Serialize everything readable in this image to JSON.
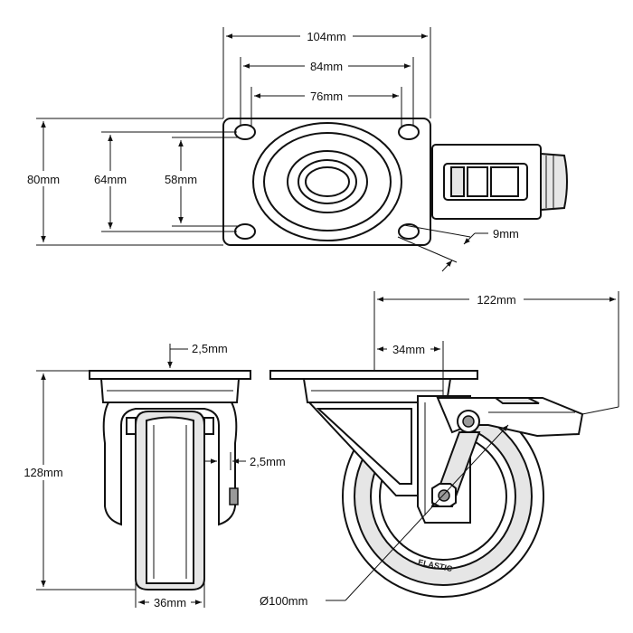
{
  "dimensions": {
    "top_width": "104mm",
    "top_hole_spacing_outer": "84mm",
    "top_hole_spacing_inner": "76mm",
    "plate_height": "80mm",
    "hole_spacing_vertical_outer": "64mm",
    "hole_spacing_vertical_inner": "58mm",
    "hole_diameter": "9mm",
    "plate_thickness_front": "2,5mm",
    "fork_thickness": "2,5mm",
    "total_height": "128mm",
    "wheel_width": "36mm",
    "total_length": "122mm",
    "offset": "34mm",
    "wheel_diameter": "Ø100mm"
  },
  "wheel_brand": "ELASTIC",
  "colors": {
    "line": "#111111",
    "fill_light": "#e6e6e6",
    "fill_dark": "#9a9a9a",
    "background": "#ffffff"
  }
}
